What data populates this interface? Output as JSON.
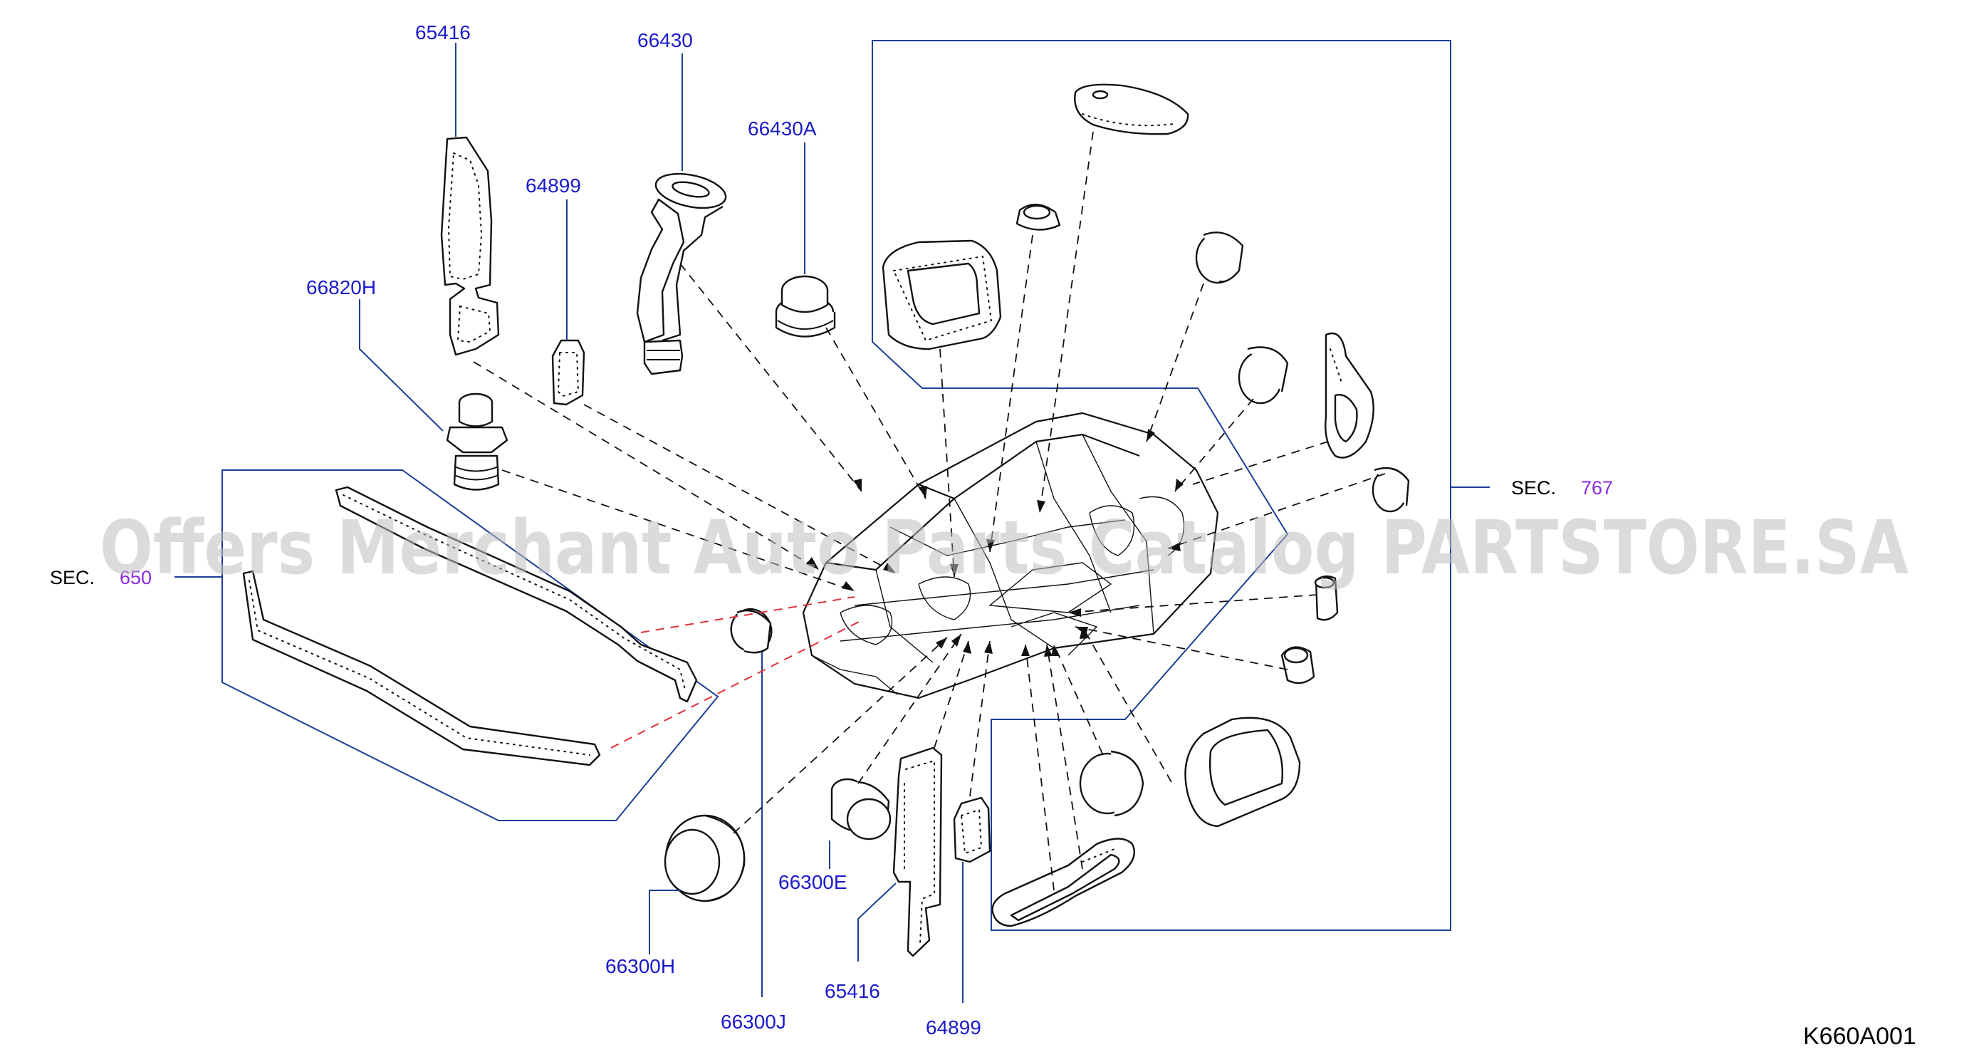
{
  "diagram": {
    "part_labels": {
      "p65416_top": "65416",
      "p66430": "66430",
      "p66430A": "66430A",
      "p64899_top": "64899",
      "p66820H": "66820H",
      "p66300E": "66300E",
      "p66300H": "66300H",
      "p66300J": "66300J",
      "p65416_bottom": "65416",
      "p64899_bottom": "64899"
    },
    "section_refs": {
      "sec650": {
        "word": "SEC.",
        "number": "650"
      },
      "sec767": {
        "word": "SEC.",
        "number": "767"
      }
    },
    "diagram_code": "K660A001",
    "watermark": "Offers Merchant Auto Parts Catalog PARTSTORE.SA",
    "colors": {
      "label_blue": "#1a1acc",
      "section_purple": "#8a2be2",
      "frame_blue": "#1c3f94",
      "guide_red": "#e0303a"
    }
  }
}
